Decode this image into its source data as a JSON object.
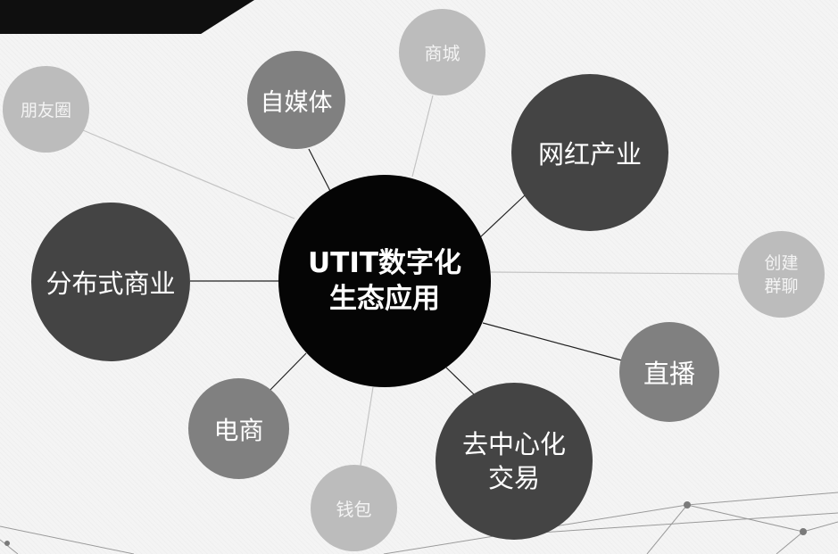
{
  "diagram": {
    "center": {
      "line1": "UTIT数字化",
      "line2": "生态应用"
    },
    "nodes": {
      "zimeiti": "自媒体",
      "shangcheng": "商城",
      "pengyouquan": "朋友圈",
      "wanghong": "网红产业",
      "fenbushi": "分布式商业",
      "chuangjian": {
        "line1": "创建",
        "line2": "群聊"
      },
      "zhibo": "直播",
      "dianshang": "电商",
      "qudzx": {
        "line1": "去中心化",
        "line2": "交易"
      },
      "qianbao": "钱包"
    }
  },
  "colors": {
    "center": "#050505",
    "dark": "#444444",
    "mid": "#808080",
    "light": "#bcbcbc",
    "background": "#f4f4f4"
  }
}
